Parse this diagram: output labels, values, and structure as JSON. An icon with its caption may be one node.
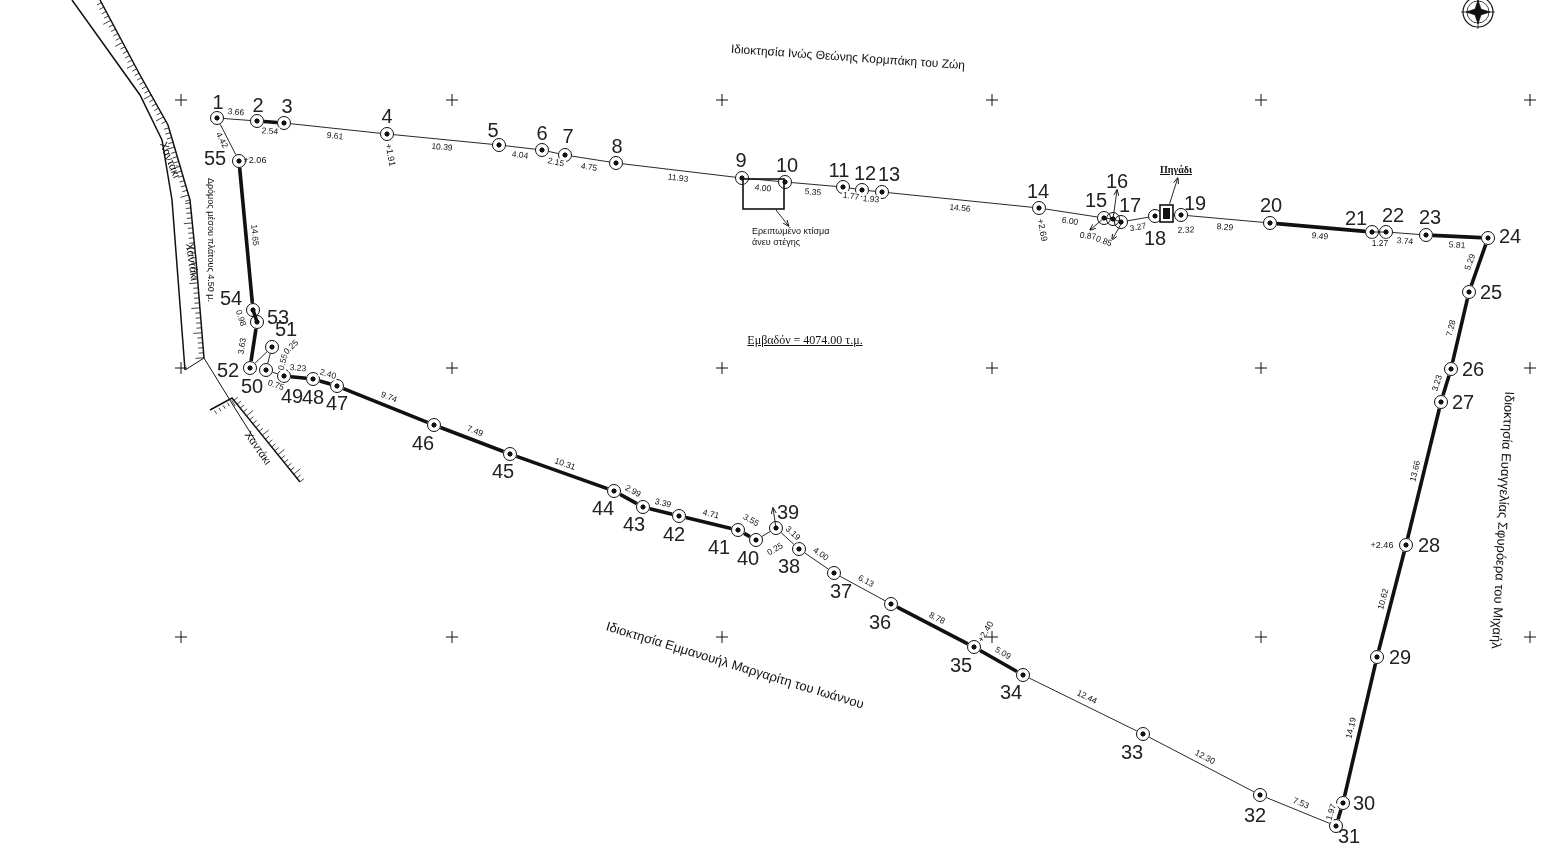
{
  "diagram": {
    "nodes": [
      {
        "text": [
          "1"
        ]
      },
      {
        "text": [
          "2"
        ]
      },
      {
        "text": [
          "3"
        ]
      },
      {
        "text": [
          "4"
        ],
        "beside": [
          "+1.91"
        ]
      },
      {
        "text": [
          "5"
        ]
      },
      {
        "text": [
          "6"
        ]
      },
      {
        "text": [
          "7"
        ]
      },
      {
        "text": [
          "8"
        ]
      },
      {
        "text": [
          "9"
        ]
      },
      {
        "text": [
          "10"
        ]
      },
      {
        "text": [
          "11"
        ]
      },
      {
        "text": [
          "12"
        ]
      },
      {
        "text": [
          "13"
        ]
      },
      {
        "text": [
          "14"
        ],
        "beside": [
          "+2.69"
        ]
      },
      {
        "text": [
          "15"
        ]
      },
      {
        "text": [
          "16"
        ]
      },
      {
        "text": [
          "17"
        ]
      },
      {
        "text": [
          "18"
        ]
      },
      {
        "text": [
          "19"
        ]
      },
      {
        "text": [
          "20"
        ]
      },
      {
        "text": [
          "21"
        ]
      },
      {
        "text": [
          "22"
        ]
      },
      {
        "text": [
          "23"
        ]
      },
      {
        "text": [
          "24"
        ]
      },
      {
        "text": [
          "25"
        ]
      },
      {
        "text": [
          "26"
        ]
      },
      {
        "text": [
          "27"
        ]
      },
      {
        "text": [
          "28"
        ],
        "beside": [
          "+2.46"
        ]
      },
      {
        "text": [
          "29"
        ]
      },
      {
        "text": [
          "30"
        ]
      },
      {
        "text": [
          "31"
        ]
      },
      {
        "text": [
          "32"
        ]
      },
      {
        "text": [
          "33"
        ]
      },
      {
        "text": [
          "34"
        ]
      },
      {
        "text": [
          "35"
        ],
        "beside": [
          "+2.40"
        ]
      },
      {
        "text": [
          "36"
        ]
      },
      {
        "text": [
          "37"
        ]
      },
      {
        "text": [
          "38"
        ]
      },
      {
        "text": [
          "39"
        ]
      },
      {
        "text": [
          "40"
        ]
      },
      {
        "text": [
          "41"
        ]
      },
      {
        "text": [
          "42"
        ]
      },
      {
        "text": [
          "43"
        ]
      },
      {
        "text": [
          "44"
        ]
      },
      {
        "text": [
          "45"
        ]
      },
      {
        "text": [
          "46"
        ]
      },
      {
        "text": [
          "47"
        ]
      },
      {
        "text": [
          "48"
        ]
      },
      {
        "text": [
          "49"
        ]
      },
      {
        "text": [
          "50"
        ]
      },
      {
        "text": [
          "51"
        ]
      },
      {
        "text": [
          "52"
        ]
      },
      {
        "text": [
          "53"
        ]
      },
      {
        "text": [
          "54"
        ]
      },
      {
        "text": [
          "55"
        ],
        "beside": [
          "+2.06"
        ]
      },
      {
        "text": [
          "Ερειπωμένο κτίσμα άνευ στέγης"
        ]
      },
      {
        "text": [],
        "shape": "box"
      },
      {
        "text": [
          "Πηγάδι"
        ]
      },
      {
        "text": [],
        "shape": "box"
      }
    ],
    "edges": [
      {
        "from": 0,
        "to": 1,
        "arrow": "none",
        "label": "3.66"
      },
      {
        "from": 1,
        "to": 2,
        "arrow": "none",
        "label": "2.54",
        "style": "thick"
      },
      {
        "from": 2,
        "to": 3,
        "arrow": "none",
        "label": "9.61"
      },
      {
        "from": 3,
        "to": 4,
        "arrow": "none",
        "label": "10.39"
      },
      {
        "from": 4,
        "to": 5,
        "arrow": "none",
        "label": "4.04"
      },
      {
        "from": 5,
        "to": 6,
        "arrow": "none",
        "label": "2.15"
      },
      {
        "from": 6,
        "to": 7,
        "arrow": "none",
        "label": "4.75"
      },
      {
        "from": 7,
        "to": 8,
        "arrow": "none",
        "label": "11.93"
      },
      {
        "from": 8,
        "to": 9,
        "arrow": "none",
        "label": "4.00"
      },
      {
        "from": 9,
        "to": 10,
        "arrow": "none",
        "label": "5.35"
      },
      {
        "from": 10,
        "to": 11,
        "arrow": "none",
        "label": "1.77"
      },
      {
        "from": 11,
        "to": 12,
        "arrow": "none",
        "label": "1.93"
      },
      {
        "from": 12,
        "to": 13,
        "arrow": "none",
        "label": "14.56"
      },
      {
        "from": 13,
        "to": 14,
        "arrow": "none",
        "label": "6.00"
      },
      {
        "from": 14,
        "to": 15,
        "arrow": "none",
        "label": "0.87"
      },
      {
        "from": 15,
        "to": 16,
        "arrow": "none",
        "label": "0.85"
      },
      {
        "from": 16,
        "to": 17,
        "arrow": "none",
        "label": "3.27"
      },
      {
        "from": 17,
        "to": 18,
        "arrow": "none",
        "label": "2.32"
      },
      {
        "from": 18,
        "to": 19,
        "arrow": "none",
        "label": "8.29"
      },
      {
        "from": 19,
        "to": 20,
        "arrow": "none",
        "label": "9.49",
        "style": "thick"
      },
      {
        "from": 20,
        "to": 21,
        "arrow": "none",
        "label": "1.27"
      },
      {
        "from": 21,
        "to": 22,
        "arrow": "none",
        "label": "3.74"
      },
      {
        "from": 22,
        "to": 23,
        "arrow": "none",
        "label": "5.81",
        "style": "thick"
      },
      {
        "from": 23,
        "to": 24,
        "arrow": "none",
        "label": "5.29",
        "style": "thick"
      },
      {
        "from": 24,
        "to": 25,
        "arrow": "none",
        "label": "7.28",
        "style": "thick"
      },
      {
        "from": 25,
        "to": 26,
        "arrow": "none",
        "label": "3.23",
        "style": "thick"
      },
      {
        "from": 26,
        "to": 27,
        "arrow": "none",
        "label": "13.66",
        "style": "thick"
      },
      {
        "from": 27,
        "to": 28,
        "arrow": "none",
        "label": "10.62",
        "style": "thick"
      },
      {
        "from": 28,
        "to": 29,
        "arrow": "none",
        "label": "14.19",
        "style": "thick"
      },
      {
        "from": 29,
        "to": 30,
        "arrow": "none",
        "label": "1.97",
        "style": "thick"
      },
      {
        "from": 30,
        "to": 31,
        "arrow": "none",
        "label": "7.53"
      },
      {
        "from": 31,
        "to": 32,
        "arrow": "none",
        "label": "12.30"
      },
      {
        "from": 32,
        "to": 33,
        "arrow": "none",
        "label": "12.44"
      },
      {
        "from": 33,
        "to": 34,
        "arrow": "none",
        "label": "5.09",
        "style": "thick"
      },
      {
        "from": 34,
        "to": 35,
        "arrow": "none",
        "label": "8.78",
        "style": "thick"
      },
      {
        "from": 35,
        "to": 36,
        "arrow": "none",
        "label": "6.13"
      },
      {
        "from": 36,
        "to": 37,
        "arrow": "none",
        "label": "4.00"
      },
      {
        "from": 37,
        "to": 38,
        "arrow": "none",
        "label": "3.19"
      },
      {
        "from": 38,
        "to": 39,
        "arrow": "none",
        "label": "0.25"
      },
      {
        "from": 39,
        "to": 40,
        "arrow": "none",
        "label": "3.55",
        "style": "thick"
      },
      {
        "from": 40,
        "to": 41,
        "arrow": "none",
        "label": "4.71",
        "style": "thick"
      },
      {
        "from": 41,
        "to": 42,
        "arrow": "none",
        "label": "3.39",
        "style": "thick"
      },
      {
        "from": 42,
        "to": 43,
        "arrow": "none",
        "label": "2.99",
        "style": "thick"
      },
      {
        "from": 43,
        "to": 44,
        "arrow": "none",
        "label": "10.31",
        "style": "thick"
      },
      {
        "from": 44,
        "to": 45,
        "arrow": "none",
        "label": "7.49",
        "style": "thick"
      },
      {
        "from": 45,
        "to": 46,
        "arrow": "none",
        "label": "9.74",
        "style": "thick"
      },
      {
        "from": 46,
        "to": 47,
        "arrow": "none",
        "label": "2.40",
        "style": "thick"
      },
      {
        "from": 47,
        "to": 48,
        "arrow": "none",
        "label": "3.23",
        "style": "thick"
      },
      {
        "from": 48,
        "to": 49,
        "arrow": "none",
        "label": "0.75"
      },
      {
        "from": 49,
        "to": 50,
        "arrow": "none",
        "label": "0.55"
      },
      {
        "from": 50,
        "to": 51,
        "arrow": "none",
        "label": "0.25"
      },
      {
        "from": 51,
        "to": 52,
        "arrow": "none",
        "label": "3.63",
        "style": "thick"
      },
      {
        "from": 52,
        "to": 53,
        "arrow": "none",
        "label": "0.98",
        "style": "thick"
      },
      {
        "from": 53,
        "to": 54,
        "arrow": "none",
        "label": "14.65",
        "style": "thick"
      },
      {
        "from": 54,
        "to": 0,
        "arrow": "none",
        "label": "4.42"
      },
      {
        "from": 56,
        "to": 55,
        "arrow": "to"
      },
      {
        "from": 58,
        "to": 57,
        "arrow": "to"
      }
    ],
    "labels": [
      "Ιδιοκτησία Ινώς Θεώνης Κορμπάκη του Ζώη",
      "Χαντάκι",
      "Χαντάκι",
      "Δρόμος μέσου πλάτους 4.50 μ.",
      "Εμβαδόν = 4074.00 τ.μ.",
      "Χαντάκι",
      "Ιδιοκτησία Ευαγγελίας Σφυρόερα του Μιχαήλ",
      "Ιδιοκτησία Εμμανουήλ Μαργαρίτη του Ιωάννου"
    ]
  }
}
